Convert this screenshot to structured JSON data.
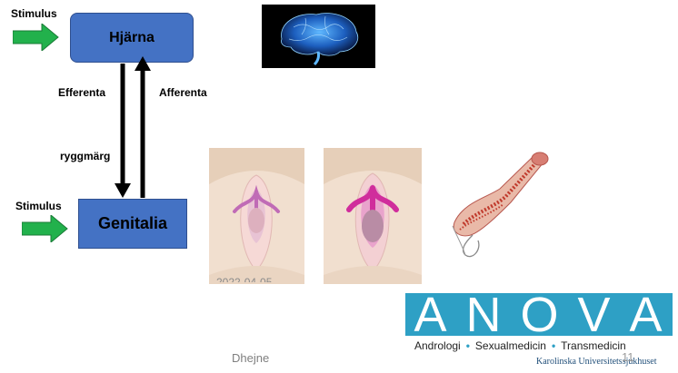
{
  "diagram": {
    "stimulus_top": "Stimulus",
    "brain_box": "Hjärna",
    "efferent_label": "Efferenta",
    "afferent_label": "Afferenta",
    "spinal_label": "ryggmärg",
    "stimulus_bottom": "Stimulus",
    "genital_box": "Genitalia"
  },
  "footer": {
    "author": "Dhejne",
    "page_number": "11",
    "partial_date": "2022-04-05"
  },
  "logo": {
    "letters": [
      "A",
      "N",
      "O",
      "V",
      "A"
    ],
    "tagline": [
      "Andrologi",
      "Sexualmedicin",
      "Transmedicin"
    ],
    "institution": "Karolinska Universitetssjukhuset"
  },
  "colors": {
    "box_fill": "#4472c4",
    "arrow_green": "#22b14c",
    "anova_blue": "#2ea0c5"
  }
}
